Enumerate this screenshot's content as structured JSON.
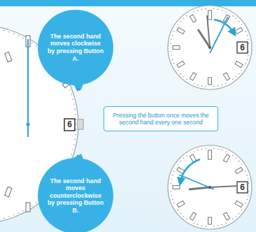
{
  "diagram": {
    "nodes": [
      {
        "text": [
          "The second hand moves clockwise by pressing Button A."
        ]
      },
      {
        "text": [
          "Pressing the button once moves the second hand every one second"
        ]
      },
      {
        "text": [
          "The second hand moves counterclockwise by pressing Button B."
        ]
      }
    ],
    "edges": [],
    "labels": [
      "6",
      "6",
      "6"
    ]
  }
}
